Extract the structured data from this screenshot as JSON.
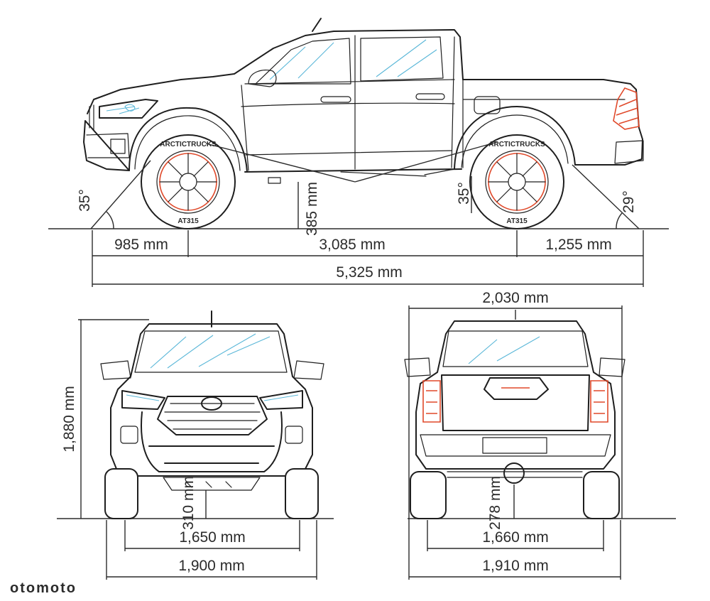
{
  "side_view": {
    "front_overhang": "985 mm",
    "wheelbase": "3,085 mm",
    "rear_overhang": "1,255 mm",
    "overall_length": "5,325 mm",
    "ground_clearance": "385 mm",
    "approach_angle": "35°",
    "ramp_angle": "35°",
    "departure_angle": "29°",
    "tire_brand": "ARCTICTRUCKS",
    "tire_model": "AT315"
  },
  "front_view": {
    "height": "1,880 mm",
    "ground_clearance": "310 mm",
    "front_track": "1,650 mm",
    "width": "1,900 mm"
  },
  "rear_view": {
    "mirror_width": "2,030 mm",
    "ground_clearance": "278 mm",
    "rear_track": "1,660 mm",
    "width": "1,910 mm"
  },
  "watermark": "otomoto"
}
